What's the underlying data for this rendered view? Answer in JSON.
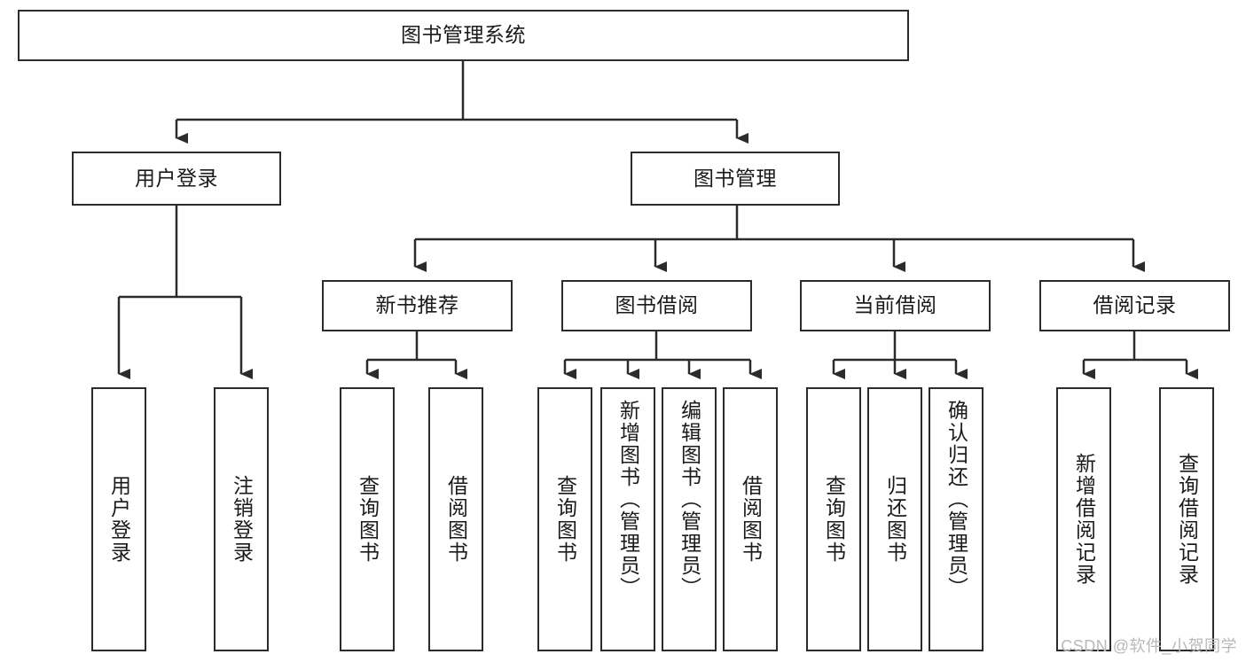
{
  "diagram": {
    "title": "图书管理系统",
    "type": "tree",
    "root": {
      "id": "root",
      "label": "图书管理系统",
      "orientation": "horizontal"
    },
    "level2": [
      {
        "id": "user-login",
        "label": "用户登录",
        "orientation": "horizontal"
      },
      {
        "id": "book-management",
        "label": "图书管理",
        "orientation": "horizontal"
      }
    ],
    "level3": [
      {
        "id": "new-book-recommend",
        "label": "新书推荐",
        "orientation": "horizontal",
        "parent": "book-management"
      },
      {
        "id": "book-borrow",
        "label": "图书借阅",
        "orientation": "horizontal",
        "parent": "book-management"
      },
      {
        "id": "current-borrow",
        "label": "当前借阅",
        "orientation": "horizontal",
        "parent": "book-management"
      },
      {
        "id": "borrow-record",
        "label": "借阅记录",
        "orientation": "horizontal",
        "parent": "book-management"
      }
    ],
    "leaves": [
      {
        "id": "leaf-user-login",
        "label": "用户登录",
        "parent": "user-login"
      },
      {
        "id": "leaf-logout-login",
        "label": "注销登录",
        "parent": "user-login"
      },
      {
        "id": "leaf-query-book-1",
        "label": "查询图书",
        "parent": "new-book-recommend"
      },
      {
        "id": "leaf-borrow-book-1",
        "label": "借阅图书",
        "parent": "new-book-recommend"
      },
      {
        "id": "leaf-query-book-2",
        "label": "查询图书",
        "parent": "book-borrow"
      },
      {
        "id": "leaf-add-book-admin",
        "label": "新增图书（管理员）",
        "parent": "book-borrow"
      },
      {
        "id": "leaf-edit-book-admin",
        "label": "编辑图书（管理员）",
        "parent": "book-borrow"
      },
      {
        "id": "leaf-borrow-book-2",
        "label": "借阅图书",
        "parent": "book-borrow"
      },
      {
        "id": "leaf-query-book-3",
        "label": "查询图书",
        "parent": "current-borrow"
      },
      {
        "id": "leaf-return-book",
        "label": "归还图书",
        "parent": "current-borrow"
      },
      {
        "id": "leaf-confirm-return-admin",
        "label": "确认归还（管理员）",
        "parent": "current-borrow"
      },
      {
        "id": "leaf-add-borrow-record",
        "label": "新增借阅记录",
        "parent": "borrow-record"
      },
      {
        "id": "leaf-query-borrow-record",
        "label": "查询借阅记录",
        "parent": "borrow-record"
      }
    ]
  },
  "watermark": {
    "text": "CSDN @软件_小贺同学"
  },
  "colors": {
    "stroke": "#2b2b2b",
    "fill": "#ffffff",
    "text": "#1a1a1a",
    "watermark": "#b9b9b9"
  }
}
